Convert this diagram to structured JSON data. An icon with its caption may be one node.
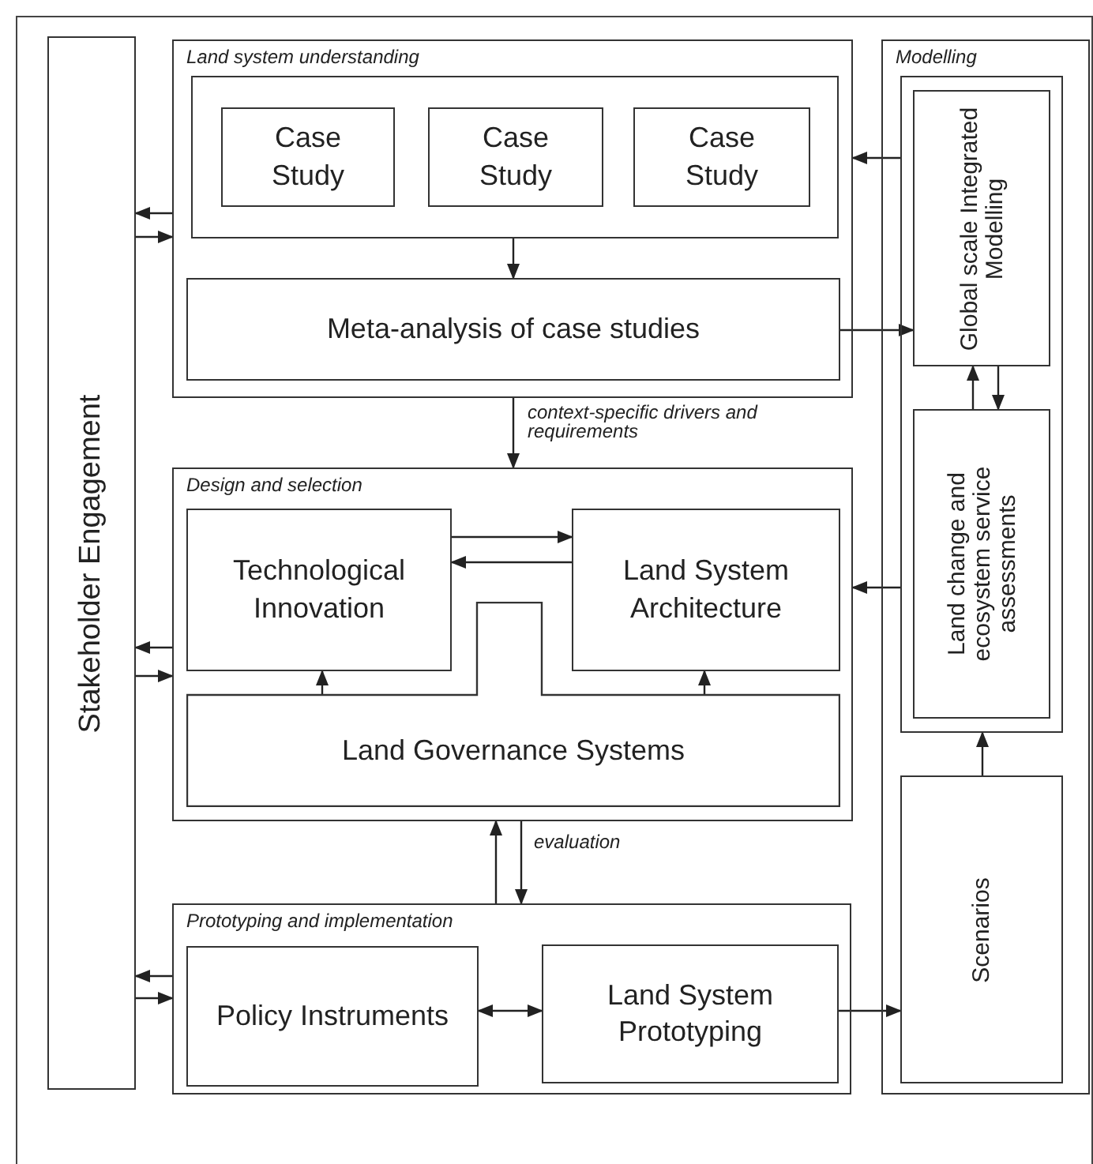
{
  "diagram": {
    "nodes": [
      {
        "text": [
          "Stakeholder Engagement"
        ]
      },
      {
        "text": [
          "Land system understanding"
        ]
      },
      {
        "text": [],
        "shape": "box",
        "in": 1
      },
      {
        "text": [
          "Case Study"
        ],
        "in": 2
      },
      {
        "text": [
          "Case Study"
        ],
        "in": 2
      },
      {
        "text": [
          "Case Study"
        ],
        "in": 2
      },
      {
        "text": [
          "Meta-analysis of case studies"
        ],
        "in": 1
      },
      {
        "text": [
          "Modelling"
        ]
      },
      {
        "text": [],
        "shape": "box",
        "in": 7
      },
      {
        "text": [
          "Global scale Integrated Modelling"
        ],
        "in": 8
      },
      {
        "text": [
          "Land change and ecosystem service assessments"
        ],
        "in": 8
      },
      {
        "text": [
          "Scenarios"
        ],
        "in": 7
      },
      {
        "text": [
          "Design and selection"
        ]
      },
      {
        "text": [
          "Technological Innovation"
        ],
        "in": 12
      },
      {
        "text": [
          "Land System Architecture"
        ],
        "in": 12
      },
      {
        "text": [
          "Land Governance Systems"
        ],
        "in": 12
      },
      {
        "text": [
          "Prototyping and implementation"
        ]
      },
      {
        "text": [
          "Policy Instruments"
        ],
        "in": 16
      },
      {
        "text": [
          "Land System Prototyping"
        ],
        "in": 16
      }
    ],
    "edges": [
      {
        "from": 1,
        "to": 0,
        "arrow": "to"
      },
      {
        "from": 0,
        "to": 1,
        "arrow": "to"
      },
      {
        "from": 2,
        "to": 6,
        "arrow": "to"
      },
      {
        "from": 8,
        "to": 1,
        "arrow": "to"
      },
      {
        "from": 6,
        "to": 9,
        "arrow": "to"
      },
      {
        "from": 1,
        "to": 12,
        "arrow": "to",
        "label": "context-specific drivers and requirements"
      },
      {
        "from": 10,
        "to": 9,
        "arrow": "to"
      },
      {
        "from": 9,
        "to": 10,
        "arrow": "to"
      },
      {
        "from": 8,
        "to": 12,
        "arrow": "to"
      },
      {
        "from": 13,
        "to": 14,
        "arrow": "to"
      },
      {
        "from": 14,
        "to": 13,
        "arrow": "to"
      },
      {
        "from": 15,
        "to": 13,
        "arrow": "to"
      },
      {
        "from": 15,
        "to": 14,
        "arrow": "to"
      },
      {
        "from": 12,
        "to": 0,
        "arrow": "to"
      },
      {
        "from": 0,
        "to": 12,
        "arrow": "to"
      },
      {
        "from": 16,
        "to": 12,
        "arrow": "to"
      },
      {
        "from": 12,
        "to": 16,
        "arrow": "to",
        "label": "evaluation"
      },
      {
        "from": 16,
        "to": 0,
        "arrow": "to"
      },
      {
        "from": 0,
        "to": 16,
        "arrow": "to"
      },
      {
        "from": 17,
        "to": 18,
        "arrow": "both"
      },
      {
        "from": 18,
        "to": 11,
        "arrow": "to"
      },
      {
        "from": 11,
        "to": 8,
        "arrow": "to"
      }
    ]
  }
}
